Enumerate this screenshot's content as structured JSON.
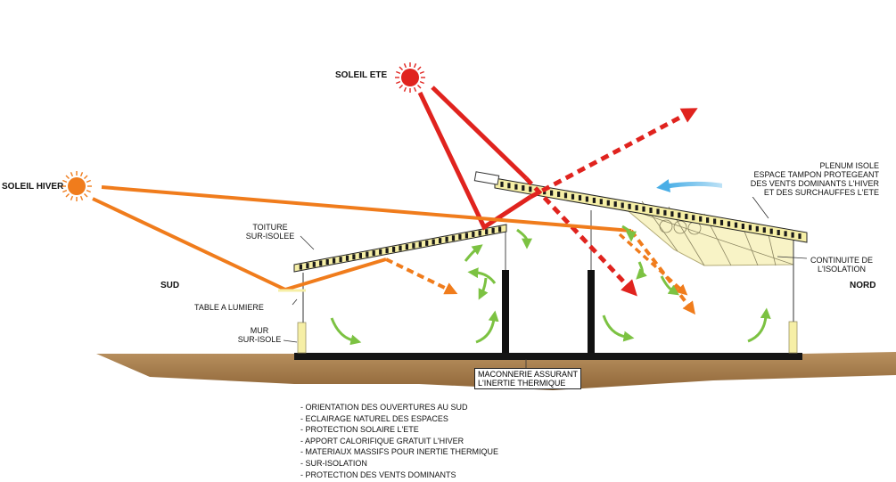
{
  "labels": {
    "soleil_ete": "SOLEIL ETE",
    "soleil_hiver": "SOLEIL HIVER",
    "toiture_l1": "TOITURE",
    "toiture_l2": "SUR-ISOLEE",
    "table": "TABLE A LUMIERE",
    "mur_l1": "MUR",
    "mur_l2": "SUR-ISOLE",
    "sud": "SUD",
    "nord": "NORD",
    "plenum_l1": "PLENUM ISOLE",
    "plenum_l2": "ESPACE TAMPON PROTEGEANT",
    "plenum_l3": "DES VENTS DOMINANTS L'HIVER",
    "plenum_l4": "ET DES SURCHAUFFES L'ETE",
    "continuite_l1": "CONTINUITE DE",
    "continuite_l2": "L'ISOLATION",
    "maconnerie_l1": "MACONNERIE ASSURANT",
    "maconnerie_l2": "L'INERTIE THERMIQUE"
  },
  "bullets": [
    "- ORIENTATION DES OUVERTURES AU SUD",
    "- ECLAIRAGE NATUREL DES ESPACES",
    "- PROTECTION SOLAIRE L'ETE",
    "- APPORT CALORIFIQUE GRATUIT L'HIVER",
    "- MATERIAUX MASSIFS POUR INERTIE THERMIQUE",
    "- SUR-ISOLATION",
    "- PROTECTION DES VENTS DOMINANTS"
  ],
  "colors": {
    "summer_ray": "#e0231e",
    "winter_ray": "#f07c1c",
    "wind_arrow": "#49aee6",
    "ground": "#a37a4c",
    "insulation": "#f6efa6",
    "airflow": "#7cc242"
  }
}
